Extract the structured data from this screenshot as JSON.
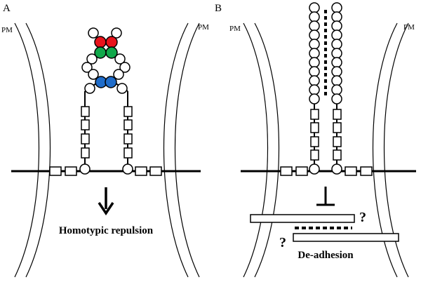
{
  "panels": [
    {
      "id": "A",
      "label": "A",
      "caption": "Homotypic repulsion"
    },
    {
      "id": "B",
      "label": "B",
      "caption": "De-adhesion"
    }
  ],
  "membrane_labels": [
    "PM",
    "PM",
    "PM",
    "PM"
  ],
  "question_marks": [
    "?",
    "?"
  ],
  "colors": {
    "red_domain": "#e8141c",
    "green_domain": "#10a84a",
    "blue_domain": "#1f6cc9",
    "outline": "#000000"
  }
}
